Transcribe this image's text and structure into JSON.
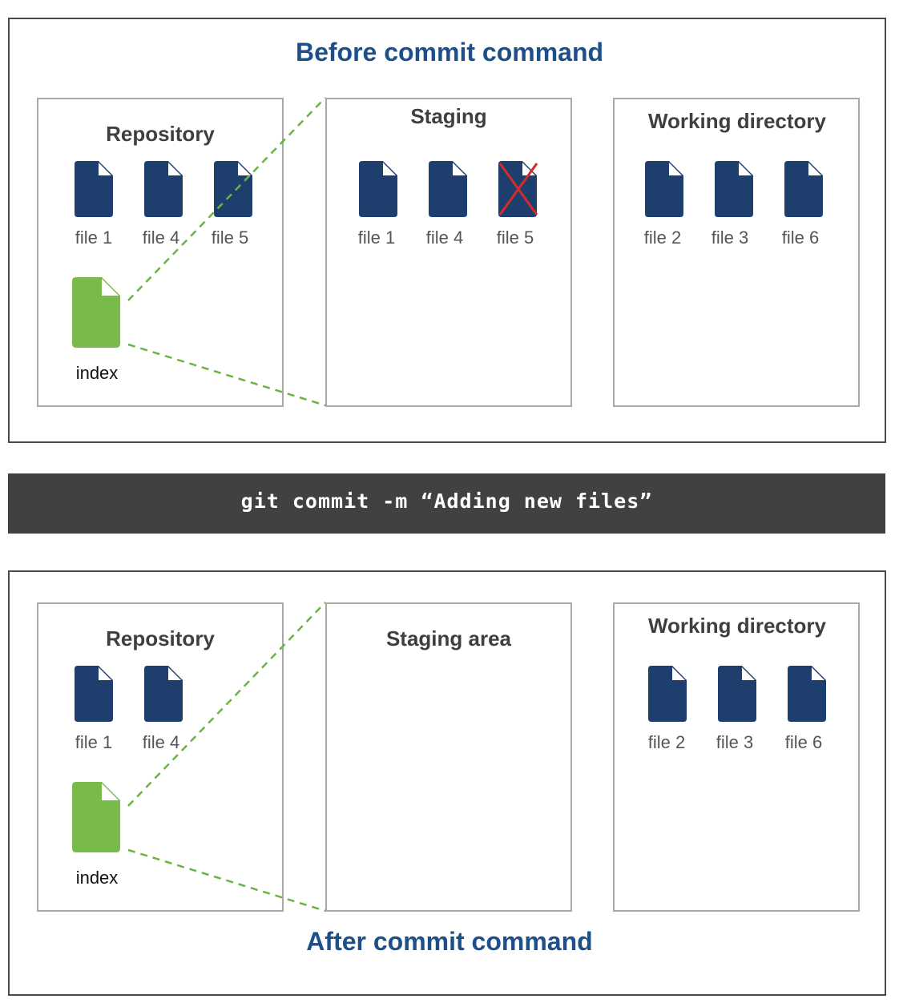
{
  "colors": {
    "title": "#1d4f8a",
    "file": "#1e3f6e",
    "index": "#78bb4a",
    "connector": "#6ab446",
    "command_bar": "#404142",
    "cross": "#d32a2a"
  },
  "before": {
    "title": "Before commit command",
    "repository": {
      "title": "Repository",
      "files": [
        "file 1",
        "file 4",
        "file 5"
      ],
      "index_label": "index"
    },
    "staging": {
      "title": "Staging",
      "files": [
        "file 1",
        "file 4",
        "file 5"
      ],
      "crossed_out": "file 5"
    },
    "working": {
      "title": "Working directory",
      "files": [
        "file 2",
        "file 3",
        "file 6"
      ]
    }
  },
  "command": "git commit -m “Adding new files”",
  "after": {
    "title": "After commit command",
    "repository": {
      "title": "Repository",
      "files": [
        "file 1",
        "file 4"
      ],
      "index_label": "index"
    },
    "staging": {
      "title": "Staging area",
      "files": []
    },
    "working": {
      "title": "Working directory",
      "files": [
        "file 2",
        "file 3",
        "file 6"
      ]
    }
  },
  "icons": {
    "file": "file-icon",
    "index": "index-file-icon",
    "cross": "red-x-icon"
  }
}
